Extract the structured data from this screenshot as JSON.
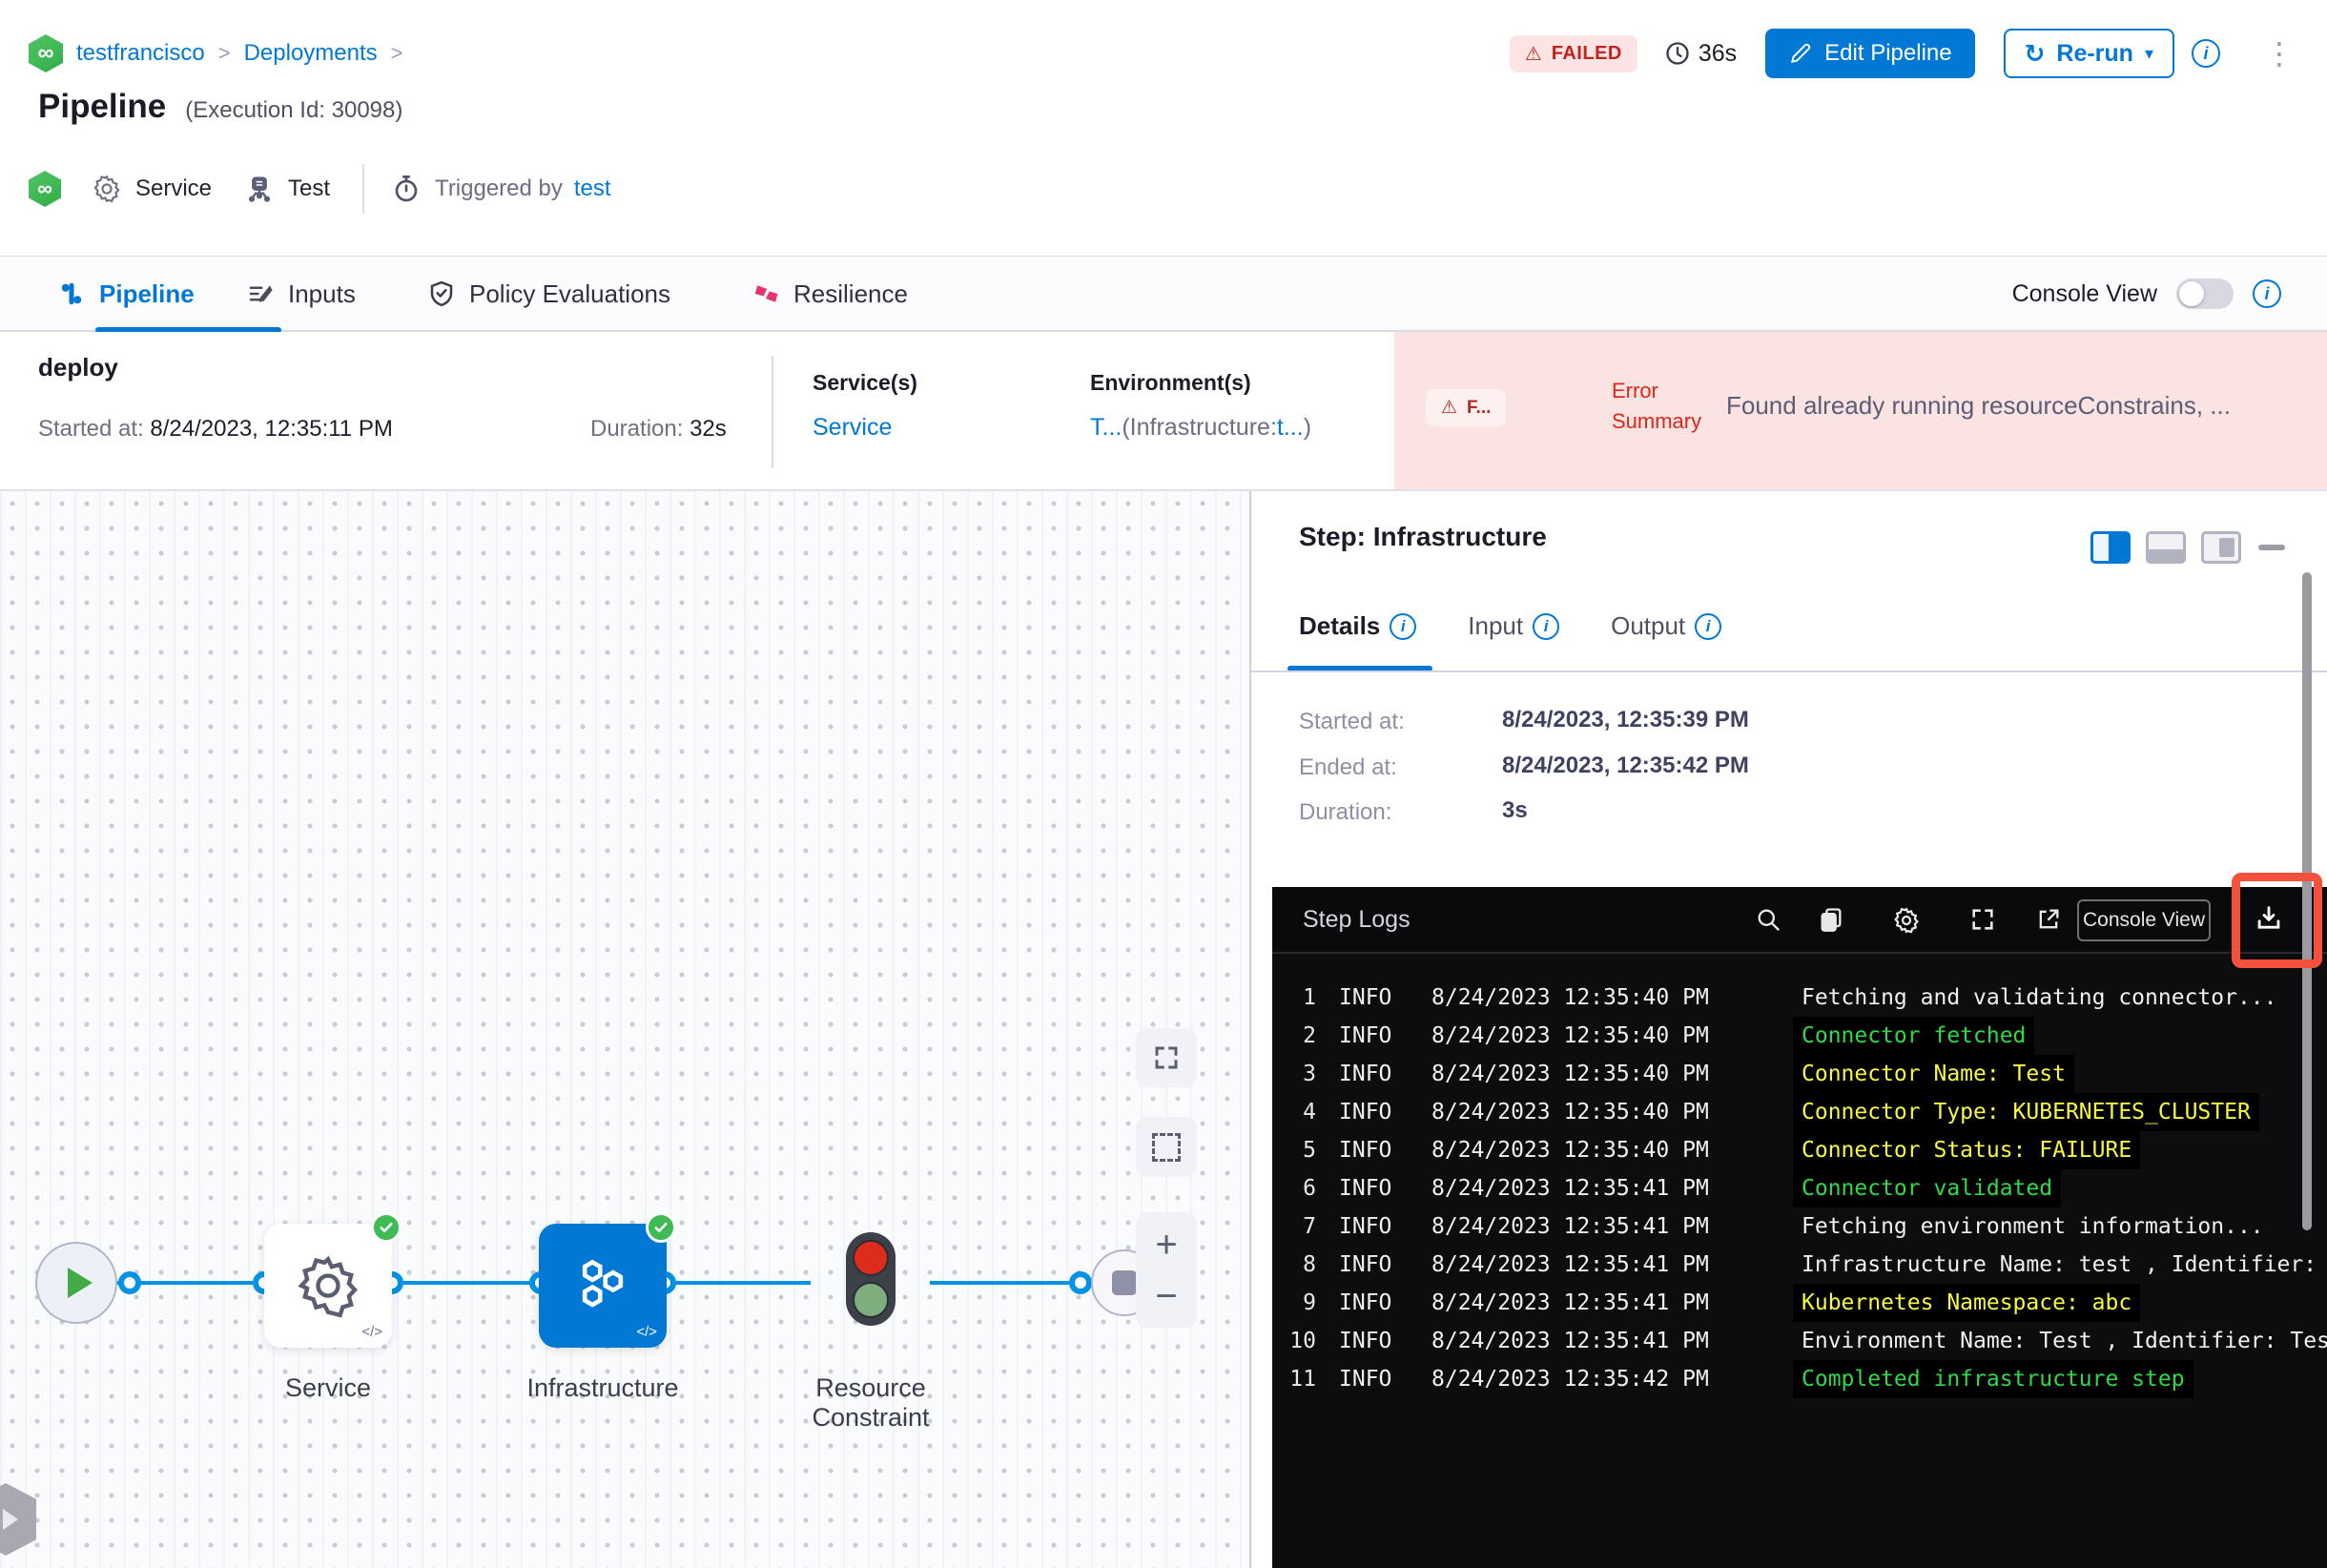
{
  "icons": {
    "infinity": "∞",
    "kebab": "⋮",
    "warning": "⚠",
    "info_i": "i",
    "caret_down": "▾",
    "refresh": "↻",
    "plus": "+",
    "minus": "−",
    "code": "</>",
    "separator": ">"
  },
  "breadcrumb": {
    "project": "testfrancisco",
    "section": "Deployments"
  },
  "header": {
    "title": "Pipeline",
    "subtitle": "(Execution Id: 30098)",
    "service_label": "Service",
    "test_label": "Test",
    "triggered_by_label": "Triggered by",
    "trigger_user": "test",
    "status_badge": "FAILED",
    "elapsed": "36s",
    "edit_button": "Edit Pipeline",
    "rerun_button": "Re-run"
  },
  "tabbar": {
    "tabs": [
      {
        "label": "Pipeline",
        "active": true
      },
      {
        "label": "Inputs",
        "active": false
      },
      {
        "label": "Policy Evaluations",
        "active": false
      },
      {
        "label": "Resilience",
        "active": false
      }
    ],
    "console_view_label": "Console View"
  },
  "stage": {
    "name": "deploy",
    "started_label": "Started at:",
    "started_value": "8/24/2023, 12:35:11 PM",
    "duration_label": "Duration:",
    "duration_value": "32s",
    "services_header": "Service(s)",
    "service_link": "Service",
    "environments_header": "Environment(s)",
    "env_link_1": "T...",
    "env_paren": "(Infrastructure:",
    "env_link_2": "t...",
    "env_close": ")",
    "failed_chip": "F...",
    "error_label_line1": "Error",
    "error_label_line2": "Summary",
    "error_message": "Found already running resourceConstrains, ..."
  },
  "graph": {
    "node_service": "Service",
    "node_infrastructure": "Infrastructure",
    "node_rc_line1": "Resource",
    "node_rc_line2": "Constraint"
  },
  "step_panel": {
    "title": "Step: Infrastructure",
    "tab_details": "Details",
    "tab_input": "Input",
    "tab_output": "Output",
    "rows": [
      {
        "label": "Started at:",
        "value": "8/24/2023, 12:35:39 PM"
      },
      {
        "label": "Ended at:",
        "value": "8/24/2023, 12:35:42 PM"
      },
      {
        "label": "Duration:",
        "value": "3s"
      }
    ]
  },
  "logs": {
    "title": "Step Logs",
    "console_view_button": "Console View",
    "rows": [
      {
        "n": "1",
        "level": "INFO",
        "time": "8/24/2023 12:35:40 PM",
        "msg": "Fetching and validating connector...",
        "color": "white"
      },
      {
        "n": "2",
        "level": "INFO",
        "time": "8/24/2023 12:35:40 PM",
        "msg": "Connector fetched",
        "color": "green"
      },
      {
        "n": "3",
        "level": "INFO",
        "time": "8/24/2023 12:35:40 PM",
        "msg": "Connector Name: Test",
        "color": "yellow"
      },
      {
        "n": "4",
        "level": "INFO",
        "time": "8/24/2023 12:35:40 PM",
        "msg": "Connector Type: KUBERNETES_CLUSTER",
        "color": "yellow"
      },
      {
        "n": "5",
        "level": "INFO",
        "time": "8/24/2023 12:35:40 PM",
        "msg": "Connector Status: FAILURE",
        "color": "yellow"
      },
      {
        "n": "6",
        "level": "INFO",
        "time": "8/24/2023 12:35:41 PM",
        "msg": "Connector validated",
        "color": "green"
      },
      {
        "n": "7",
        "level": "INFO",
        "time": "8/24/2023 12:35:41 PM",
        "msg": "Fetching environment information...",
        "color": "white"
      },
      {
        "n": "8",
        "level": "INFO",
        "time": "8/24/2023 12:35:41 PM",
        "msg": "Infrastructure Name: test , Identifier: test",
        "color": "white"
      },
      {
        "n": "9",
        "level": "INFO",
        "time": "8/24/2023 12:35:41 PM",
        "msg": "Kubernetes Namespace: abc",
        "color": "yellow"
      },
      {
        "n": "10",
        "level": "INFO",
        "time": "8/24/2023 12:35:41 PM",
        "msg": "Environment Name: Test , Identifier: Test",
        "color": "white"
      },
      {
        "n": "11",
        "level": "INFO",
        "time": "8/24/2023 12:35:42 PM",
        "msg": "Completed infrastructure step",
        "color": "green"
      }
    ]
  },
  "colors": {
    "accent": "#0278d5",
    "failed_red": "#c4211c",
    "error_bg": "#fbe3e1",
    "log_green": "#2fd947",
    "log_yellow": "#f8f83e",
    "annotation_red": "#f4503c",
    "node_blue": "#0278d5",
    "badge_green": "#3fba54"
  }
}
